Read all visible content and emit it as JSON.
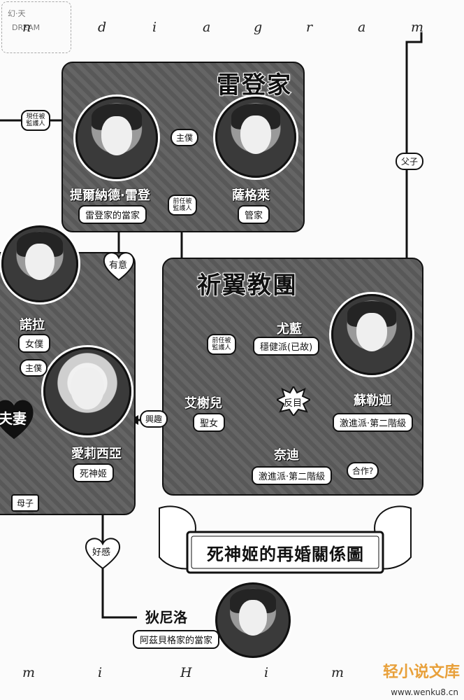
{
  "top_word": [
    "n",
    "d",
    "i",
    "a",
    "g",
    "r",
    "a",
    "m"
  ],
  "bottom_word": [
    "m",
    "i",
    "H",
    "i",
    "m"
  ],
  "logo": {
    "line1": "幻·天",
    "line2": "DREAM"
  },
  "panels": {
    "leiden": {
      "title": "雷登家"
    },
    "qiyi": {
      "title": "祈翼教團"
    }
  },
  "people": {
    "tiernard": {
      "name": "提爾納德·雷登",
      "role": "雷登家的當家"
    },
    "sagler": {
      "name": "薩格萊",
      "role": "管家"
    },
    "nora": {
      "name": "諾拉",
      "role": "女僕"
    },
    "alicia": {
      "name": "愛莉西亞",
      "role": "死神姬"
    },
    "youlan": {
      "name": "尤藍",
      "role": "穩健派(已故)"
    },
    "aishuer": {
      "name": "艾榭兒",
      "role": "聖女"
    },
    "sulejia": {
      "name": "蘇勒迦",
      "role": "激進派·第二階級"
    },
    "naidi": {
      "name": "奈迪",
      "role": "激進派·第二階級"
    },
    "dinilo": {
      "name": "狄尼洛",
      "role": "阿茲貝格家的當家"
    }
  },
  "relations": {
    "current_guardian": "現任被監護人",
    "master_servant_1": "主僕",
    "former_guardian_1": "前任被監護人",
    "father_son": "父子",
    "interested": "有意",
    "master_servant_2": "主僕",
    "spouse": "夫妻",
    "interest": "興趣",
    "former_guardian_2": "前任被監護人",
    "rivals": "反目",
    "cooperate": "合作?",
    "mother_daughter": "母子",
    "affection": "好感"
  },
  "banner": {
    "title": "死神姬的再婚關係圖"
  },
  "watermark": {
    "brand": "轻小说文库",
    "url": "www.wenku8.cn"
  }
}
